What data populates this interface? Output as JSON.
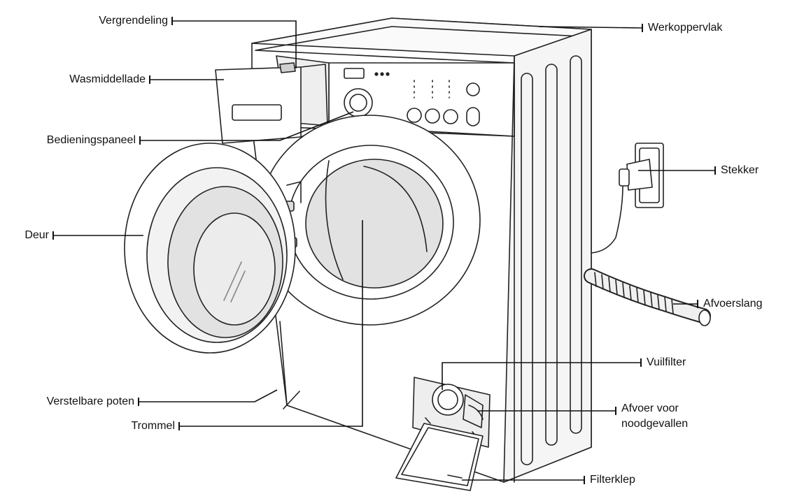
{
  "labels": {
    "vergrendeling": "Vergrendeling",
    "wasmiddellade": "Wasmiddellade",
    "bedieningspaneel": "Bedieningspaneel",
    "deur": "Deur",
    "verstelbare_poten": "Verstelbare poten",
    "trommel": "Trommel",
    "werkoppervlak": "Werkoppervlak",
    "stekker": "Stekker",
    "afvoerslang": "Afvoerslang",
    "vuilfilter": "Vuilfilter",
    "afvoer_noodgevallen_line1": "Afvoer voor",
    "afvoer_noodgevallen_line2": "noodgevallen",
    "filterklep": "Filterklep"
  },
  "colors": {
    "stroke": "#222222",
    "leader": "#111111",
    "machine_fill": "#ffffff",
    "glass_fill": "#e2e2e2",
    "shade_fill": "#cfcfcf",
    "side_fill": "#f4f4f4"
  }
}
